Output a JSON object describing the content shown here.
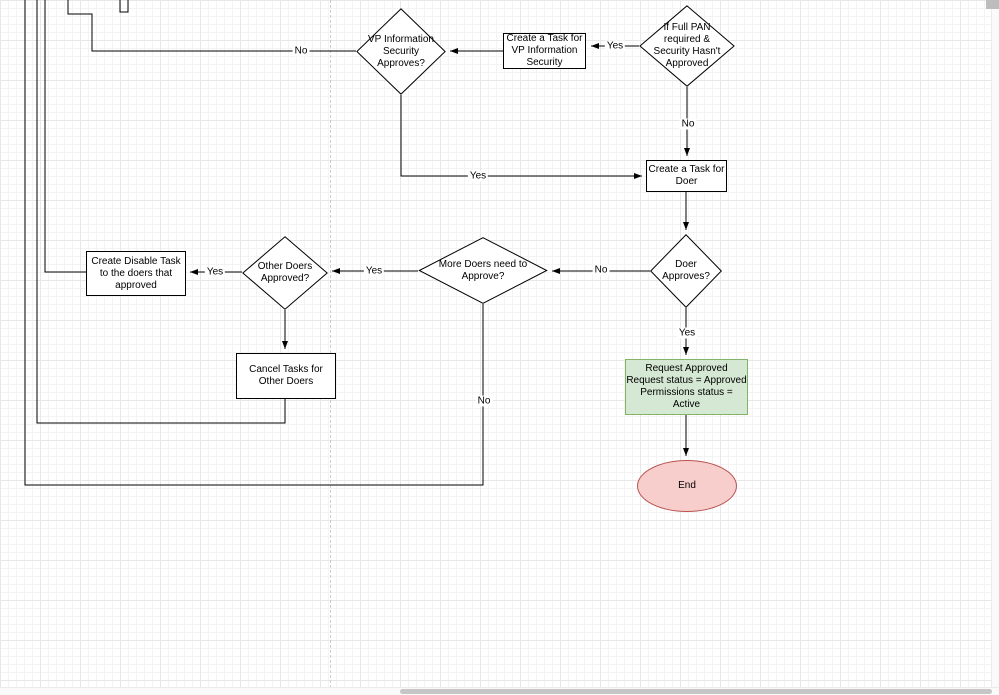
{
  "canvas": {
    "background": "#ffffff",
    "grid_minor_color": "#f3f3f3",
    "grid_major_color": "#e7e7e7",
    "page_break_color": "#cfcfcf"
  },
  "colors": {
    "node_fill": "#ffffff",
    "node_stroke": "#000000",
    "approved_fill": "#d5e8d4",
    "approved_stroke": "#82b366",
    "end_fill": "#f8cecc",
    "end_stroke": "#b85450",
    "edge_stroke": "#000000"
  },
  "diagram": {
    "nodes": [
      {
        "id": "if-full-pan",
        "type": "decision",
        "label": "If Full PAN\nrequired &\nSecurity Hasn't\nApproved"
      },
      {
        "id": "create-task-vp",
        "type": "process",
        "label": "Create a Task for\nVP Information\nSecurity"
      },
      {
        "id": "vp-security-approves",
        "type": "decision",
        "label": "VP Information\nSecurity Approves?"
      },
      {
        "id": "create-task-doer",
        "type": "process",
        "label": "Create a Task for\nDoer"
      },
      {
        "id": "doer-approves",
        "type": "decision",
        "label": "Doer\nApproves?"
      },
      {
        "id": "more-doers-need-approve",
        "type": "decision",
        "label": "More Doers need to\nApprove?"
      },
      {
        "id": "other-doers-approved",
        "type": "decision",
        "label": "Other Doers\nApproved?"
      },
      {
        "id": "create-disable-task",
        "type": "process",
        "label": "Create Disable Task\nto the doers that\napproved"
      },
      {
        "id": "cancel-tasks-other-doers",
        "type": "process",
        "label": "Cancel Tasks for\nOther Doers"
      },
      {
        "id": "request-approved",
        "type": "process-approved",
        "label": "Request Approved\nRequest status = Approved\nPermissions status = Active"
      },
      {
        "id": "end",
        "type": "terminator",
        "label": "End"
      }
    ],
    "edges": [
      {
        "from": "if-full-pan",
        "to": "create-task-vp",
        "label": "Yes"
      },
      {
        "from": "create-task-vp",
        "to": "vp-security-approves",
        "label": ""
      },
      {
        "from": "vp-security-approves",
        "to": "offscreen-top",
        "label": "No"
      },
      {
        "from": "vp-security-approves",
        "to": "create-task-doer",
        "label": "Yes"
      },
      {
        "from": "if-full-pan",
        "to": "create-task-doer",
        "label": "No"
      },
      {
        "from": "create-task-doer",
        "to": "doer-approves",
        "label": ""
      },
      {
        "from": "doer-approves",
        "to": "more-doers-need-approve",
        "label": "No"
      },
      {
        "from": "more-doers-need-approve",
        "to": "other-doers-approved",
        "label": "Yes"
      },
      {
        "from": "other-doers-approved",
        "to": "create-disable-task",
        "label": "Yes"
      },
      {
        "from": "other-doers-approved",
        "to": "cancel-tasks-other-doers",
        "label": ""
      },
      {
        "from": "more-doers-need-approve",
        "to": "offscreen-top-left",
        "label": "No"
      },
      {
        "from": "doer-approves",
        "to": "request-approved",
        "label": "Yes"
      },
      {
        "from": "request-approved",
        "to": "end",
        "label": ""
      },
      {
        "from": "cancel-tasks-other-doers",
        "to": "offscreen-top",
        "label": ""
      },
      {
        "from": "create-disable-task",
        "to": "offscreen-top",
        "label": ""
      }
    ]
  }
}
